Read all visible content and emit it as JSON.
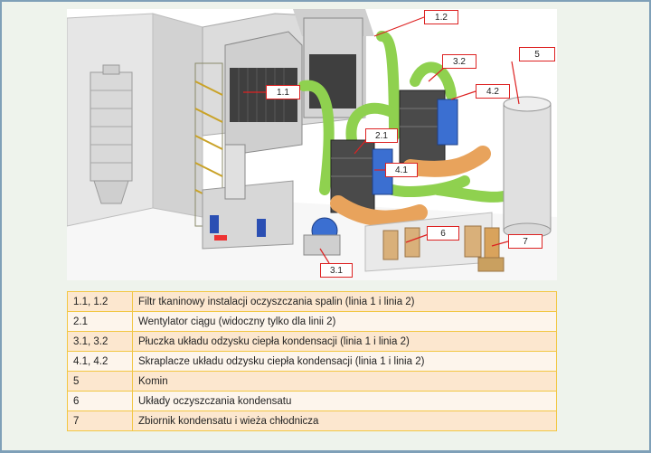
{
  "callouts": [
    "1.1",
    "1.2",
    "2.1",
    "3.1",
    "3.2",
    "4.1",
    "4.2",
    "5",
    "6",
    "7"
  ],
  "legend": [
    {
      "code": "1.1, 1.2",
      "text": "Filtr tkaninowy instalacji oczyszczania spalin (linia 1 i linia 2)"
    },
    {
      "code": "2.1",
      "text": "Wentylator ciągu (widoczny tylko dla linii 2)"
    },
    {
      "code": "3.1, 3.2",
      "text": "Płuczka układu odzysku ciepła kondensacji (linia 1 i linia 2)"
    },
    {
      "code": "4.1, 4.2",
      "text": "Skraplacze układu odzysku ciepła kondensacji (linia 1 i linia 2)"
    },
    {
      "code": "5",
      "text": "Komin"
    },
    {
      "code": "6",
      "text": "Układy oczyszczania kondensatu"
    },
    {
      "code": "7",
      "text": "Zbiornik kondensatu i wieża chłodnicza"
    }
  ],
  "colors": {
    "callout_border": "#dd2222",
    "table_border": "#f2c744",
    "row_odd": "#fce7cf",
    "row_even": "#fdf5ec",
    "pipe_green": "#8fd14f",
    "duct_orange": "#e8a35c"
  }
}
